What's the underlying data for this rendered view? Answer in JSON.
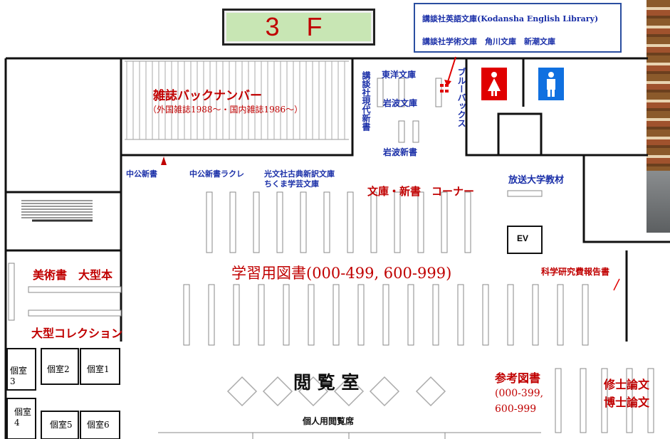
{
  "floor_sign": "3 F",
  "legend": {
    "line1": "講談社英語文庫(Kodansha English Library)",
    "line2": "講談社学術文庫　角川文庫　新潮文庫"
  },
  "labels": {
    "magazines_title": "雑誌バックナンバー",
    "magazines_sub": "（外国雑誌1988～・国内雑誌1986～）",
    "toyo_bunko": "東洋文庫",
    "iwanami_bunko": "岩波文庫",
    "iwanami_shinsho": "岩波新書",
    "kodansha_gendai": "講談社現代新書",
    "blue_backs": "ブルーバックス",
    "chuko_shinsho": "中公新書",
    "chuko_lacle": "中公新書ラクレ",
    "kobunsha": "光文社古典新訳文庫",
    "chikuma": "ちくま学芸文庫",
    "bunko_corner": "文庫・新書　コーナー",
    "hoso_daigaku": "放送大学教材",
    "ev": "EV",
    "art_books": "美術書　大型本",
    "large_collection": "大型コレクション",
    "study_books": "学習用図書(000-499, 600-999)",
    "kaken": "科学研究費報告書",
    "reading_room": "閲 覧 室",
    "personal_seats": "個人用閲覧席",
    "reference_title": "参考図書",
    "reference_range1": "(000-399,",
    "reference_range2": "600-999",
    "master_thesis": "修士論文",
    "doctor_thesis": "博士論文",
    "room1": "個室1",
    "room2": "個室2",
    "room3a": "個室",
    "room3b": "3",
    "room4a": "個室",
    "room4b": "4",
    "room5": "個室5",
    "room6": "個室6"
  },
  "icons": [
    "female-restroom-icon",
    "male-restroom-icon"
  ],
  "colors": {
    "red": "#c00000",
    "blue": "#1a2fa8",
    "sign_bg": "#c8e6b4",
    "female": "#e00000",
    "male": "#1070e0"
  }
}
